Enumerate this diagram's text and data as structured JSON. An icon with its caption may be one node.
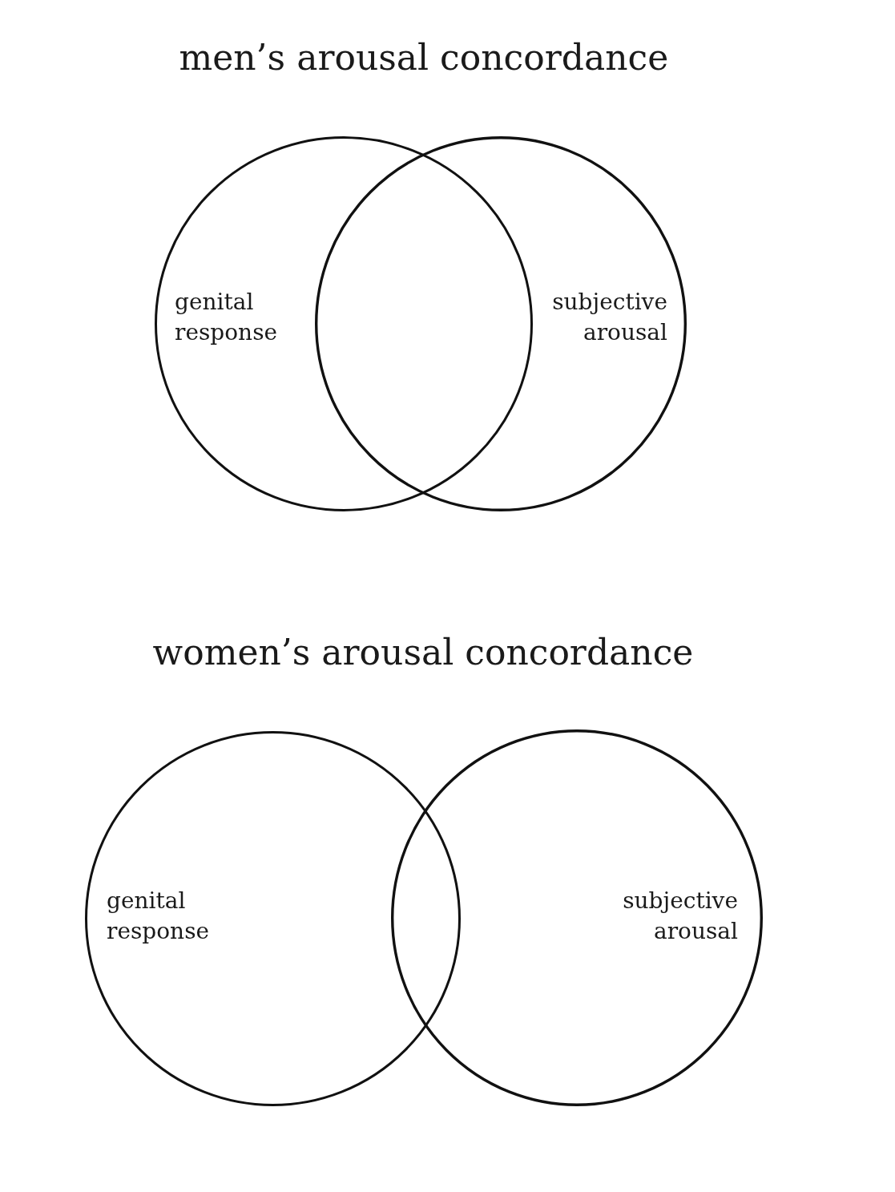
{
  "diagram": {
    "nodes": [
      {
        "text": [
          "genital response"
        ]
      },
      {
        "text": [
          "subjective arousal"
        ]
      },
      {
        "text": [
          "genital response"
        ]
      },
      {
        "text": [
          "subjective arousal"
        ]
      }
    ],
    "edges": [],
    "labels": [
      "men’s arousal concordance",
      "women’s arousal concordance"
    ]
  }
}
